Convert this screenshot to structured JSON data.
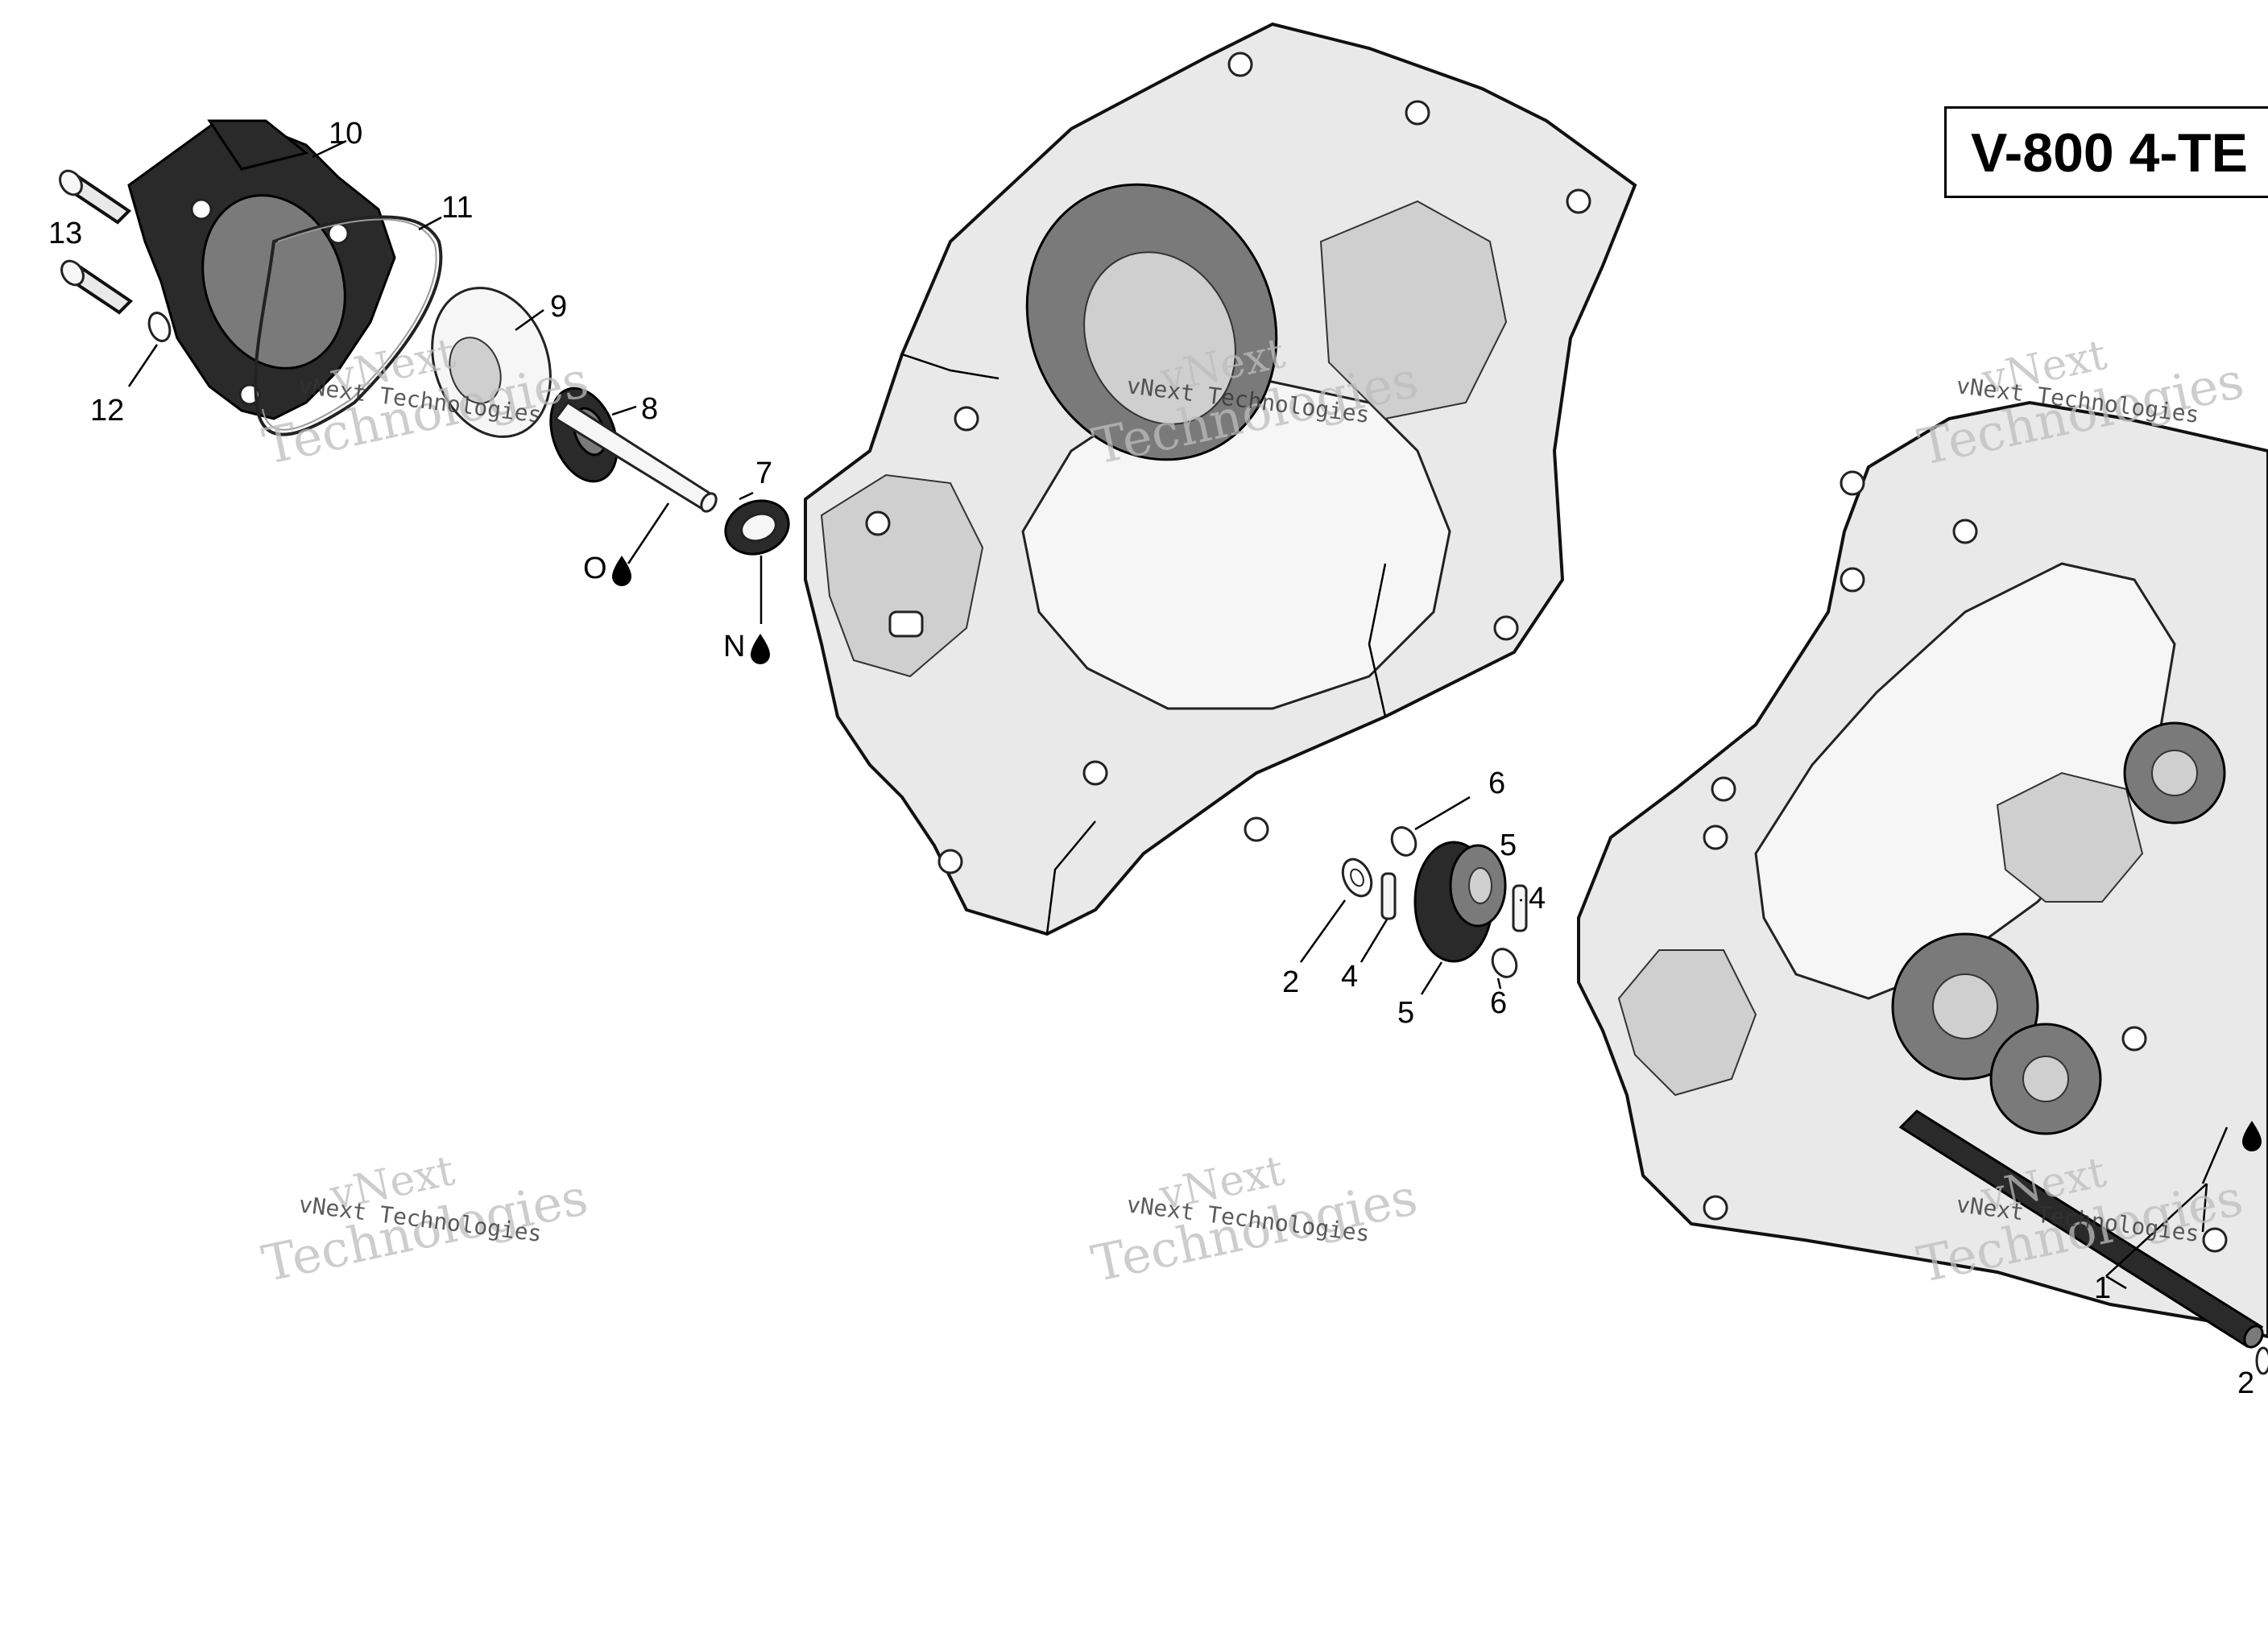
{
  "title": "V-800 4-TE",
  "watermark": {
    "brand_line1": "vNext",
    "brand_line2": "Technologies",
    "subtitle": "vNext Technologies"
  },
  "callouts": {
    "c1": "1",
    "c2a": "2",
    "c2b": "2",
    "c4a": "4",
    "c4b": "4",
    "c5a": "5",
    "c5b": "5",
    "c6a": "6",
    "c6b": "6",
    "c7": "7",
    "c8": "8",
    "c9": "9",
    "c10": "10",
    "c11": "11",
    "c12": "12",
    "c13": "13",
    "cO": "O",
    "cN": "N"
  },
  "icons": [
    "oil-drop-icon"
  ]
}
